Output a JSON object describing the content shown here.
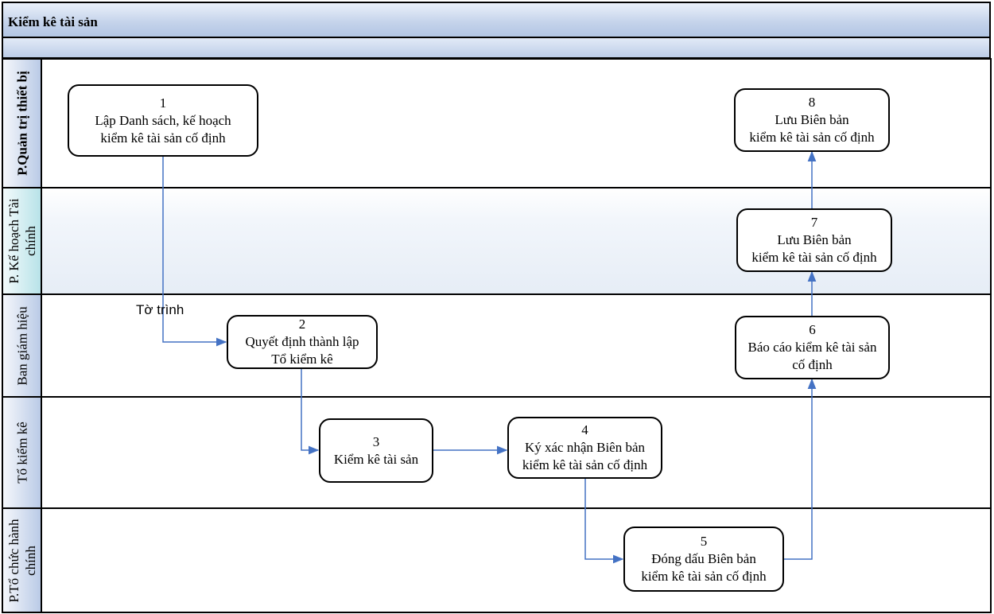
{
  "title": "Kiểm kê tài sản",
  "lanes": [
    {
      "label_lines": [
        "P.Quản trị thiết bị"
      ],
      "bold": true
    },
    {
      "label_lines": [
        "P. Kế hoạch Tài",
        "chính"
      ],
      "bold": false
    },
    {
      "label_lines": [
        "Ban giám hiệu"
      ],
      "bold": false
    },
    {
      "label_lines": [
        "Tổ kiểm kê"
      ],
      "bold": false
    },
    {
      "label_lines": [
        "P.Tổ chức hành",
        "chính"
      ],
      "bold": false
    }
  ],
  "nodes": [
    {
      "number": "1",
      "lines": [
        "Lập Danh sách, kế hoạch",
        "kiểm kê tài sản cố định"
      ]
    },
    {
      "number": "2",
      "lines": [
        "Quyết định thành lập",
        "Tổ kiểm kê"
      ]
    },
    {
      "number": "3",
      "lines": [
        "Kiểm kê tài sản"
      ]
    },
    {
      "number": "4",
      "lines": [
        "Ký xác nhận Biên bản",
        "kiểm kê tài sản cố định"
      ]
    },
    {
      "number": "5",
      "lines": [
        "Đóng dấu Biên bản",
        "kiểm kê tài sản cố định"
      ]
    },
    {
      "number": "6",
      "lines": [
        "Báo cáo kiểm kê tài sản",
        "cố định"
      ]
    },
    {
      "number": "7",
      "lines": [
        "Lưu Biên bản",
        "kiểm kê tài sản cố định"
      ]
    },
    {
      "number": "8",
      "lines": [
        "Lưu Biên bản",
        "kiểm kê tài sản cố định"
      ]
    }
  ],
  "edge_labels": {
    "tu_trinh": "Tờ trình"
  },
  "colors": {
    "connector": "#4472c4",
    "title_bar": "#c3d2ea",
    "lane_label_blue": "#bdcde8",
    "lane_label_teal": "#bfe6ea"
  }
}
